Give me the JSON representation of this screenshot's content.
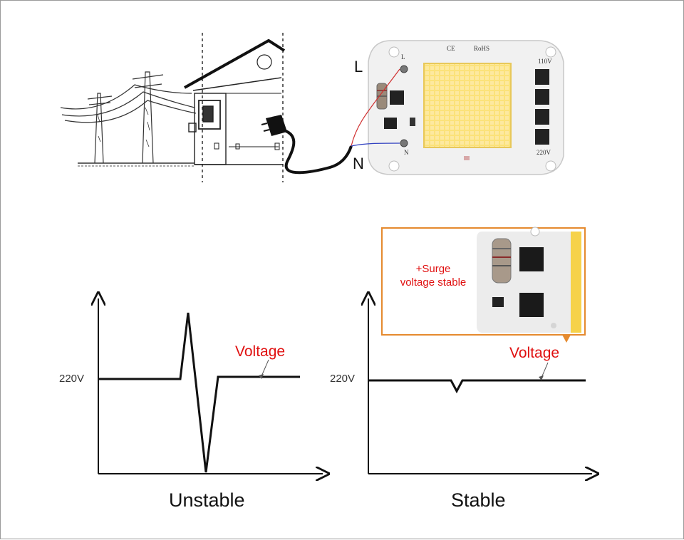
{
  "wiring": {
    "live_label": "L",
    "neutral_label": "N"
  },
  "module": {
    "cert_left": "CE",
    "cert_right": "RoHS",
    "pad_top": "110V",
    "pad_bottom": "220V",
    "hole_marks": [
      "L",
      "N"
    ]
  },
  "callout": {
    "line1": "+Surge",
    "line2": "voltage stable",
    "border_color": "#e58a2e"
  },
  "charts": [
    {
      "caption": "Unstable",
      "y_tick": "220V",
      "series_label": "Voltage"
    },
    {
      "caption": "Stable",
      "y_tick": "220V",
      "series_label": "Voltage"
    }
  ],
  "colors": {
    "accent_text": "#e01010",
    "led_chip": "#fbe27a",
    "board": "#f1f1f1"
  },
  "icons": [
    "power-pole-icon",
    "house-icon",
    "plug-icon",
    "led-module-icon",
    "surge-closeup-photo"
  ]
}
